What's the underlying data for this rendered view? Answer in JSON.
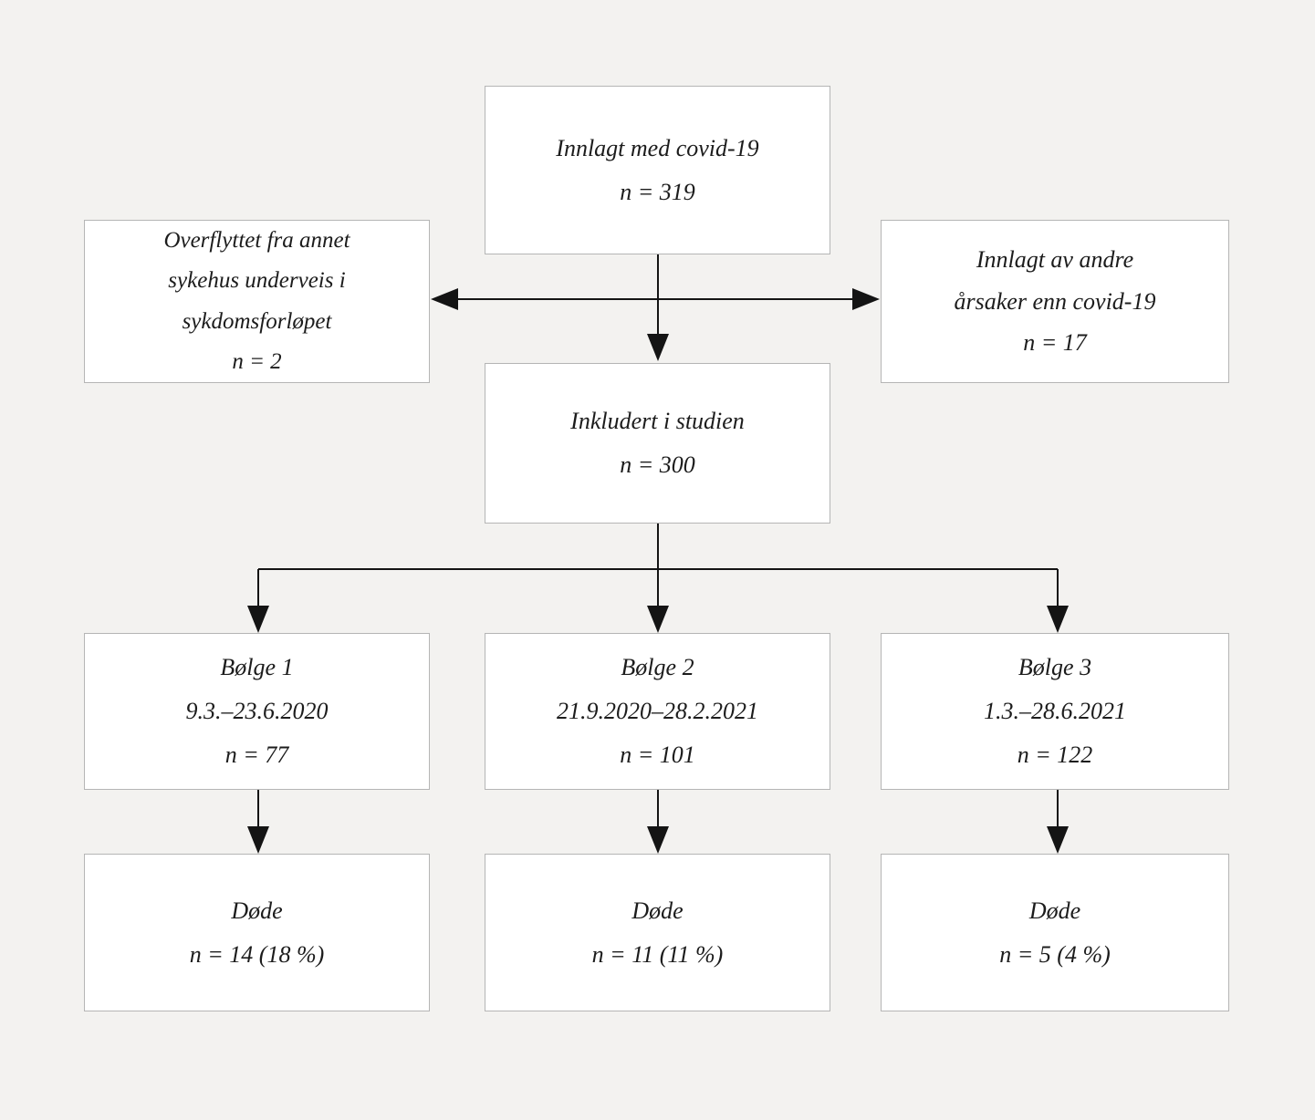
{
  "figure": {
    "type": "flowchart",
    "language": "Norwegian",
    "background_color": "#f3f2f0",
    "box_fill": "#ffffff",
    "box_border": "#b5b5b5",
    "connector_color": "#141414"
  },
  "nodes": {
    "admitted": {
      "title": "Innlagt med covid-19",
      "count": "n = 319"
    },
    "transferred": {
      "title_line1": "Overflyttet fra annet",
      "title_line2": "sykehus underveis i",
      "title_line3": "sykdomsforløpet",
      "count": "n = 2"
    },
    "other_cause": {
      "title_line1": "Innlagt av andre",
      "title_line2": "årsaker enn covid-19",
      "count": "n = 17"
    },
    "included": {
      "title": "Inkludert i studien",
      "count": "n = 300"
    },
    "wave1": {
      "title": "Bølge 1",
      "period": "9.3.–23.6.2020",
      "count": "n = 77"
    },
    "wave2": {
      "title": "Bølge 2",
      "period": "21.9.2020–28.2.2021",
      "count": "n = 101"
    },
    "wave3": {
      "title": "Bølge 3",
      "period": "1.3.–28.6.2021",
      "count": "n = 122"
    },
    "dead1": {
      "title": "Døde",
      "count": "n = 14 (18 %)"
    },
    "dead2": {
      "title": "Døde",
      "count": "n = 11 (11 %)"
    },
    "dead3": {
      "title": "Døde",
      "count": "n = 5 (4 %)"
    }
  },
  "chart_data": {
    "type": "flowchart",
    "title": "",
    "flow": [
      {
        "id": "admitted",
        "label": "Innlagt med covid-19",
        "n": 319
      },
      {
        "id": "transferred",
        "label": "Overflyttet fra annet sykehus underveis i sykdomsforløpet",
        "n": 2,
        "relation": "excluded"
      },
      {
        "id": "other_cause",
        "label": "Innlagt av andre årsaker enn covid-19",
        "n": 17,
        "relation": "excluded"
      },
      {
        "id": "included",
        "label": "Inkludert i studien",
        "n": 300
      },
      {
        "id": "wave1",
        "label": "Bølge 1",
        "period": "9.3.–23.6.2020",
        "n": 77,
        "parent": "included"
      },
      {
        "id": "wave2",
        "label": "Bølge 2",
        "period": "21.9.2020–28.2.2021",
        "n": 101,
        "parent": "included"
      },
      {
        "id": "wave3",
        "label": "Bølge 3",
        "period": "1.3.–28.6.2021",
        "n": 122,
        "parent": "included"
      },
      {
        "id": "dead1",
        "label": "Døde",
        "n": 14,
        "percent": 18,
        "parent": "wave1"
      },
      {
        "id": "dead2",
        "label": "Døde",
        "n": 11,
        "percent": 11,
        "parent": "wave2"
      },
      {
        "id": "dead3",
        "label": "Døde",
        "n": 5,
        "percent": 4,
        "parent": "wave3"
      }
    ]
  }
}
